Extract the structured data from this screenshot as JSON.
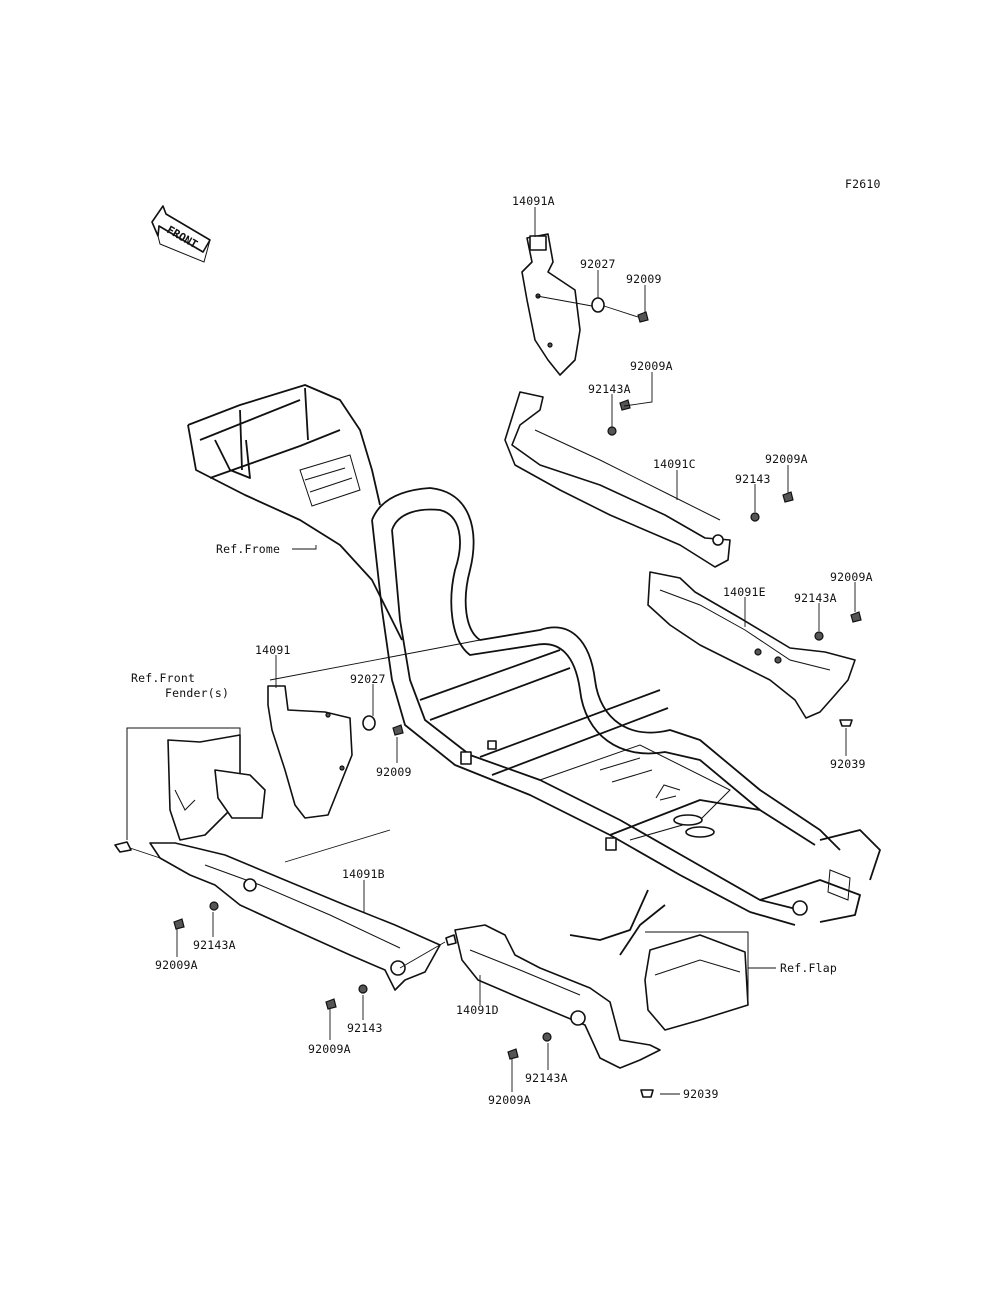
{
  "figure_code": "F2610",
  "front_arrow": {
    "text": "FRONT",
    "icon": "front-arrow-icon"
  },
  "labels": {
    "p14091A": "14091A",
    "p92027_top": "92027",
    "p92009_top": "92009",
    "p92009A_1": "92009A",
    "p92143A_1": "92143A",
    "p14091C": "14091C",
    "p92009A_2": "92009A",
    "p92143_1": "92143",
    "p92009A_3": "92009A",
    "p14091E": "14091E",
    "p92143A_2": "92143A",
    "p92039_right": "92039",
    "p14091": "14091",
    "p92027_left": "92027",
    "p92009_left": "92009",
    "p14091B": "14091B",
    "p92143A_3": "92143A",
    "p92009A_4": "92009A",
    "p92143_2": "92143",
    "p92009A_5": "92009A",
    "p14091D": "14091D",
    "p92143A_4": "92143A",
    "p92009A_6": "92009A",
    "p92039_bottom": "92039"
  },
  "references": {
    "frame": "Ref.Frome",
    "front_fender_line1": "Ref.Front",
    "front_fender_line2": "Fender(s)",
    "flap": "Ref.Flap"
  }
}
